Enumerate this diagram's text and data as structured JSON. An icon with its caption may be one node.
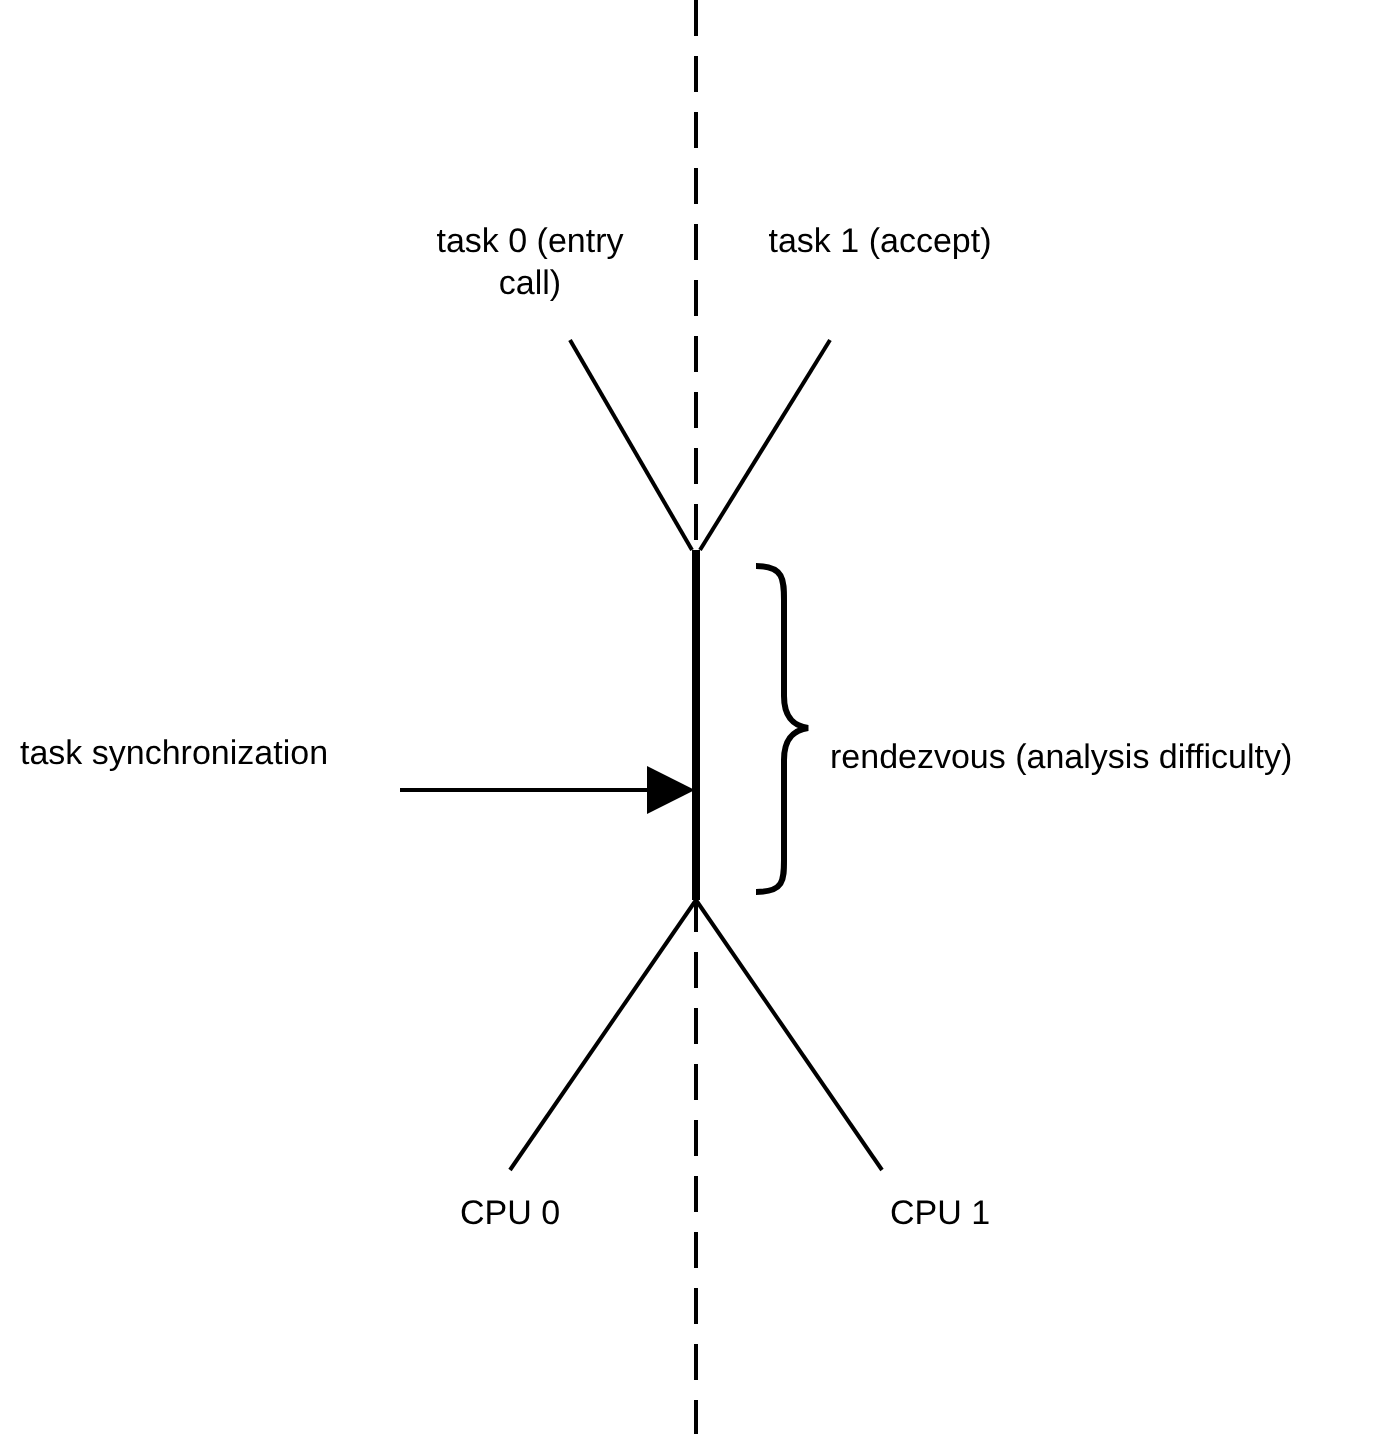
{
  "diagram": {
    "nodes": [
      {
        "text": [
          "task 0 (entry call)"
        ]
      },
      {
        "text": [
          "task 1 (accept)"
        ]
      },
      {
        "text": [
          "task synchronization"
        ]
      },
      {
        "text": [],
        "shape": "bar"
      },
      {
        "text": [
          "rendezvous (analysis difficulty)"
        ]
      },
      {
        "text": [
          "CPU 0"
        ]
      },
      {
        "text": [
          "CPU 1"
        ]
      }
    ],
    "edges": [
      {
        "from": 0,
        "to": 3,
        "arrow": "none"
      },
      {
        "from": 1,
        "to": 3,
        "arrow": "none"
      },
      {
        "from": 2,
        "to": 3,
        "arrow": "to"
      },
      {
        "from": 3,
        "to": 5,
        "arrow": "none"
      },
      {
        "from": 3,
        "to": 6,
        "arrow": "none"
      }
    ]
  }
}
